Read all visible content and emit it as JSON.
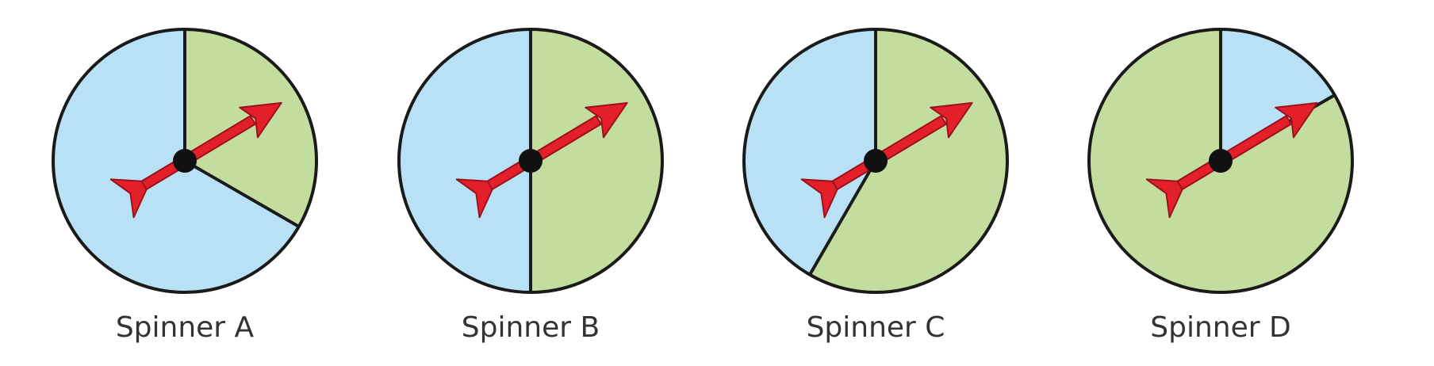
{
  "colors": {
    "blue": "#b9e1f6",
    "green": "#c3dd9e",
    "outline": "#1a1a1a",
    "arrow": "#e3202a",
    "arrow_outline": "#9c111a",
    "hub": "#111111"
  },
  "spinners": [
    {
      "label": "Spinner A",
      "sections": [
        {
          "color": "green",
          "from_deg": 0,
          "to_deg": 120
        },
        {
          "color": "blue",
          "from_deg": 120,
          "to_deg": 360
        }
      ]
    },
    {
      "label": "Spinner B",
      "sections": [
        {
          "color": "green",
          "from_deg": 0,
          "to_deg": 180
        },
        {
          "color": "blue",
          "from_deg": 180,
          "to_deg": 360
        }
      ]
    },
    {
      "label": "Spinner C",
      "sections": [
        {
          "color": "green",
          "from_deg": 0,
          "to_deg": 210
        },
        {
          "color": "blue",
          "from_deg": 210,
          "to_deg": 360
        }
      ]
    },
    {
      "label": "Spinner D",
      "sections": [
        {
          "color": "blue",
          "from_deg": 0,
          "to_deg": 60
        },
        {
          "color": "green",
          "from_deg": 60,
          "to_deg": 360
        }
      ]
    }
  ]
}
